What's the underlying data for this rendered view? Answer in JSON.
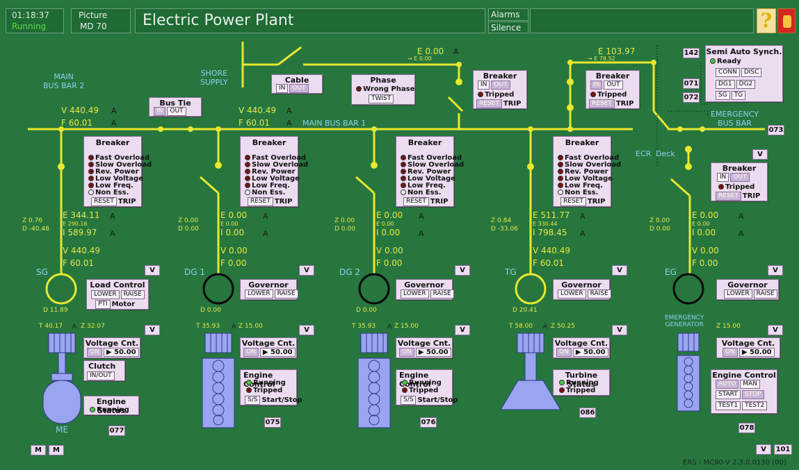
{
  "header": {
    "time": "01:18:37",
    "state": "Running",
    "picture_label": "Picture",
    "picture_code": "MD 70",
    "title": "Electric Power Plant",
    "alarms": "Alarms",
    "silence": "Silence",
    "help": "?"
  },
  "labels": {
    "bus2_line1": "MAIN",
    "bus2_line2": "BUS BAR 2",
    "shore_line1": "SHORE",
    "shore_line2": "SUPPLY",
    "bus1": "MAIN BUS BAR 1",
    "emerg_bus_line1": "EMERGENCY",
    "emerg_bus_line2": "BUS BAR",
    "ecr": "ECR",
    "deck": "Deck",
    "emerg_gen_line1": "EMERGENCY",
    "emerg_gen_line2": "GENERATOR",
    "me": "ME",
    "version": "ERS - MC90-V 2.3.0.0130 (00)"
  },
  "shore": {
    "e": "E 0.00",
    "e_small": "→ E 0.00",
    "unit": "A"
  },
  "emergency_feed": {
    "e": "E 103.97",
    "e_small": "→ E 78.52"
  },
  "bus2": {
    "v": "V 440.49",
    "f": "F 60.01",
    "v_unit": "A",
    "f_unit": "A"
  },
  "bus1": {
    "v": "V 440.49",
    "f": "F 60.01",
    "v_unit": "A",
    "f_unit": "A"
  },
  "bus_tie": {
    "title": "Bus Tie",
    "in": "IN",
    "out": "OUT"
  },
  "cable": {
    "title": "Cable",
    "in": "IN",
    "out": "OUT"
  },
  "phase": {
    "title": "Phase",
    "status": "Wrong Phase",
    "twist": "TWIST"
  },
  "shore_breaker": {
    "title": "Breaker",
    "in": "IN",
    "out": "OUT",
    "status": "Tripped",
    "reset": "RESET",
    "trip": "TRIP"
  },
  "emerg_feed_breaker": {
    "title": "Breaker",
    "in": "IN",
    "out": "OUT",
    "status": "Tripped",
    "reset": "RESET",
    "trip": "TRIP"
  },
  "emergency_breaker": {
    "title": "Breaker",
    "in": "IN",
    "out": "OUT",
    "status": "Tripped",
    "reset": "RESET",
    "trip": "TRIP"
  },
  "semi_auto": {
    "title": "Semi Auto Synch.",
    "status": "Ready",
    "conn": "CONN",
    "disc": "DISC",
    "dg1": "DG1",
    "dg2": "DG2",
    "sg": "SG",
    "tg": "TG"
  },
  "tags": {
    "t142": "142",
    "t071": "071",
    "t072": "072",
    "t073": "073",
    "t075": "075",
    "t076": "076",
    "t077": "077",
    "t078": "078",
    "t086": "086",
    "t101": "101",
    "v": "V",
    "m": "M"
  },
  "gen_breaker": {
    "title": "Breaker",
    "items": [
      "Fast Overload",
      "Slow Overload",
      "Rev. Power",
      "Low Voltage",
      "Low Freq.",
      "Non Ess."
    ],
    "reset": "RESET",
    "trip": "TRIP"
  },
  "generators": [
    {
      "name": "SG",
      "z": "Z 0.76",
      "d_top": "D -40.48",
      "e": "E 344.11",
      "e_small": "E 290.16",
      "i": "I 589.97",
      "v": "V 440.49",
      "f": "F 60.01",
      "d": "D 11.89",
      "t": "T 40.17",
      "z2": "Z 32.07",
      "unit": "A"
    },
    {
      "name": "DG 1",
      "z": "Z 0.00",
      "d_top": "D 0.00",
      "e": "E 0.00",
      "e_small": "E 0.00",
      "i": "I 0.00",
      "v": "V 0.00",
      "f": "F 0.00",
      "d": "D 0.00",
      "t": "T 35.93",
      "z2": "Z 15.00",
      "unit": "A"
    },
    {
      "name": "DG 2",
      "z": "Z 0.00",
      "d_top": "D 0.00",
      "e": "E 0.00",
      "e_small": "E 0.00",
      "i": "I 0.00",
      "v": "V 0.00",
      "f": "F 0.00",
      "d": "D 0.00",
      "t": "T 35.93",
      "z2": "Z 15.00",
      "unit": "A"
    },
    {
      "name": "TG",
      "z": "Z 0.84",
      "d_top": "D -33.06",
      "e": "E 511.77",
      "e_small": "E 330.44",
      "i": "I 798.45",
      "v": "V 440.49",
      "f": "F 60.01",
      "d": "D 20.41",
      "t": "T 58.00",
      "z2": "Z 50.25",
      "unit": "A"
    },
    {
      "name": "EG",
      "z": "Z 0.00",
      "d_top": "D 0.00",
      "e": "E 0.00",
      "e_small": "E 0.00",
      "i": "I 0.00",
      "v": "V 0.00",
      "f": "F 0.00",
      "unit": "A",
      "z2": "Z 15.00"
    }
  ],
  "load_control": {
    "title": "Load Control",
    "lower": "LOWER",
    "raise": "RAISE",
    "pti": "PTI",
    "motor": "Motor"
  },
  "governor": {
    "title": "Governor",
    "lower": "LOWER",
    "raise": "RAISE"
  },
  "voltage_cnt": {
    "title": "Voltage Cnt.",
    "on": "ON",
    "value": "▶ 50.00"
  },
  "clutch": {
    "title": "Clutch",
    "btn": "IN/OUT"
  },
  "engine_status": {
    "title": "Engine Status",
    "running": "Running"
  },
  "engine_control": {
    "title": "Engine Control",
    "running": "Running",
    "tripped": "Tripped",
    "ss": "S/S",
    "startstop": "Start/Stop"
  },
  "turbine_status": {
    "title": "Turbine Status",
    "running": "Running",
    "tripped": "Tripped"
  },
  "eg_engine_control": {
    "title": "Engine Control",
    "auto": "AUTO",
    "man": "MAN",
    "start": "START",
    "stop": "STOP",
    "test1": "TEST1",
    "test2": "TEST2"
  }
}
